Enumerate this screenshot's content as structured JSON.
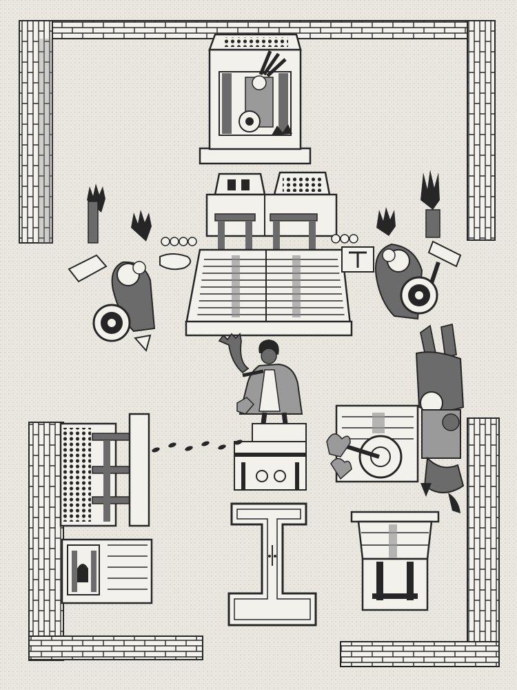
{
  "palette": {
    "paper": "#eae8e1",
    "ink": "#262626",
    "shade": "#6b6b6b",
    "light_shade": "#9a9a9a",
    "paper_light": "#f2f1ec"
  },
  "icons": {
    "enclosure": "brick-wall-icon",
    "temple": "twin-pyramid-temple-icon",
    "shrine": "shrine-icon",
    "warrior": "feathered-warrior-icon",
    "shield": "round-shield-icon",
    "footprints": "footprints-icon",
    "platform": "platform-icon",
    "ballcourt": "i-shaped-ballcourt-icon",
    "skull_rack": "skull-rack-icon",
    "sacrifice": "falling-figure-icon",
    "priest": "priest-figure-icon"
  },
  "counts": {
    "footprints": 6,
    "warriors": 2,
    "temple_stairs": 9
  }
}
